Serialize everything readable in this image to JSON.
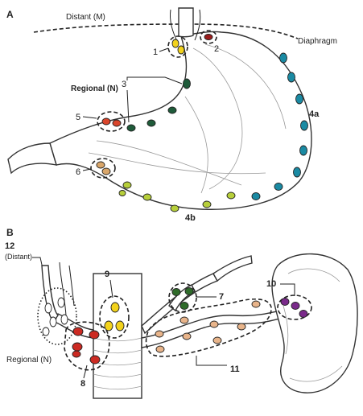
{
  "panels": {
    "a": {
      "letter": "A",
      "labels": {
        "distant": "Distant (M)",
        "diaphragm": "Diaphragm",
        "regional": "Regional (N)",
        "n1": "1",
        "n2": "2",
        "n3": "3",
        "n4a": "4a",
        "n4b": "4b",
        "n5": "5",
        "n6": "6"
      }
    },
    "b": {
      "letter": "B",
      "labels": {
        "n12": "12",
        "distant": "(Distant)",
        "regional": "Regional (N)",
        "n7": "7",
        "n8": "8",
        "n9": "9",
        "n10": "10",
        "n11": "11"
      }
    }
  },
  "node_colors": {
    "group1": "#f2d21c",
    "group2": "#9b1c1c",
    "group3": "#1f5b3a",
    "group4a": "#1a8aa3",
    "group4b": "#b7cf3a",
    "group5": "#d9452b",
    "group6": "#d9a66a",
    "group7": "#2f6b2a",
    "group8": "#cc2a22",
    "group9": "#f2d21c",
    "group10": "#7a2a8a",
    "group11": "#e8b48a",
    "group12": "#ffffff"
  }
}
